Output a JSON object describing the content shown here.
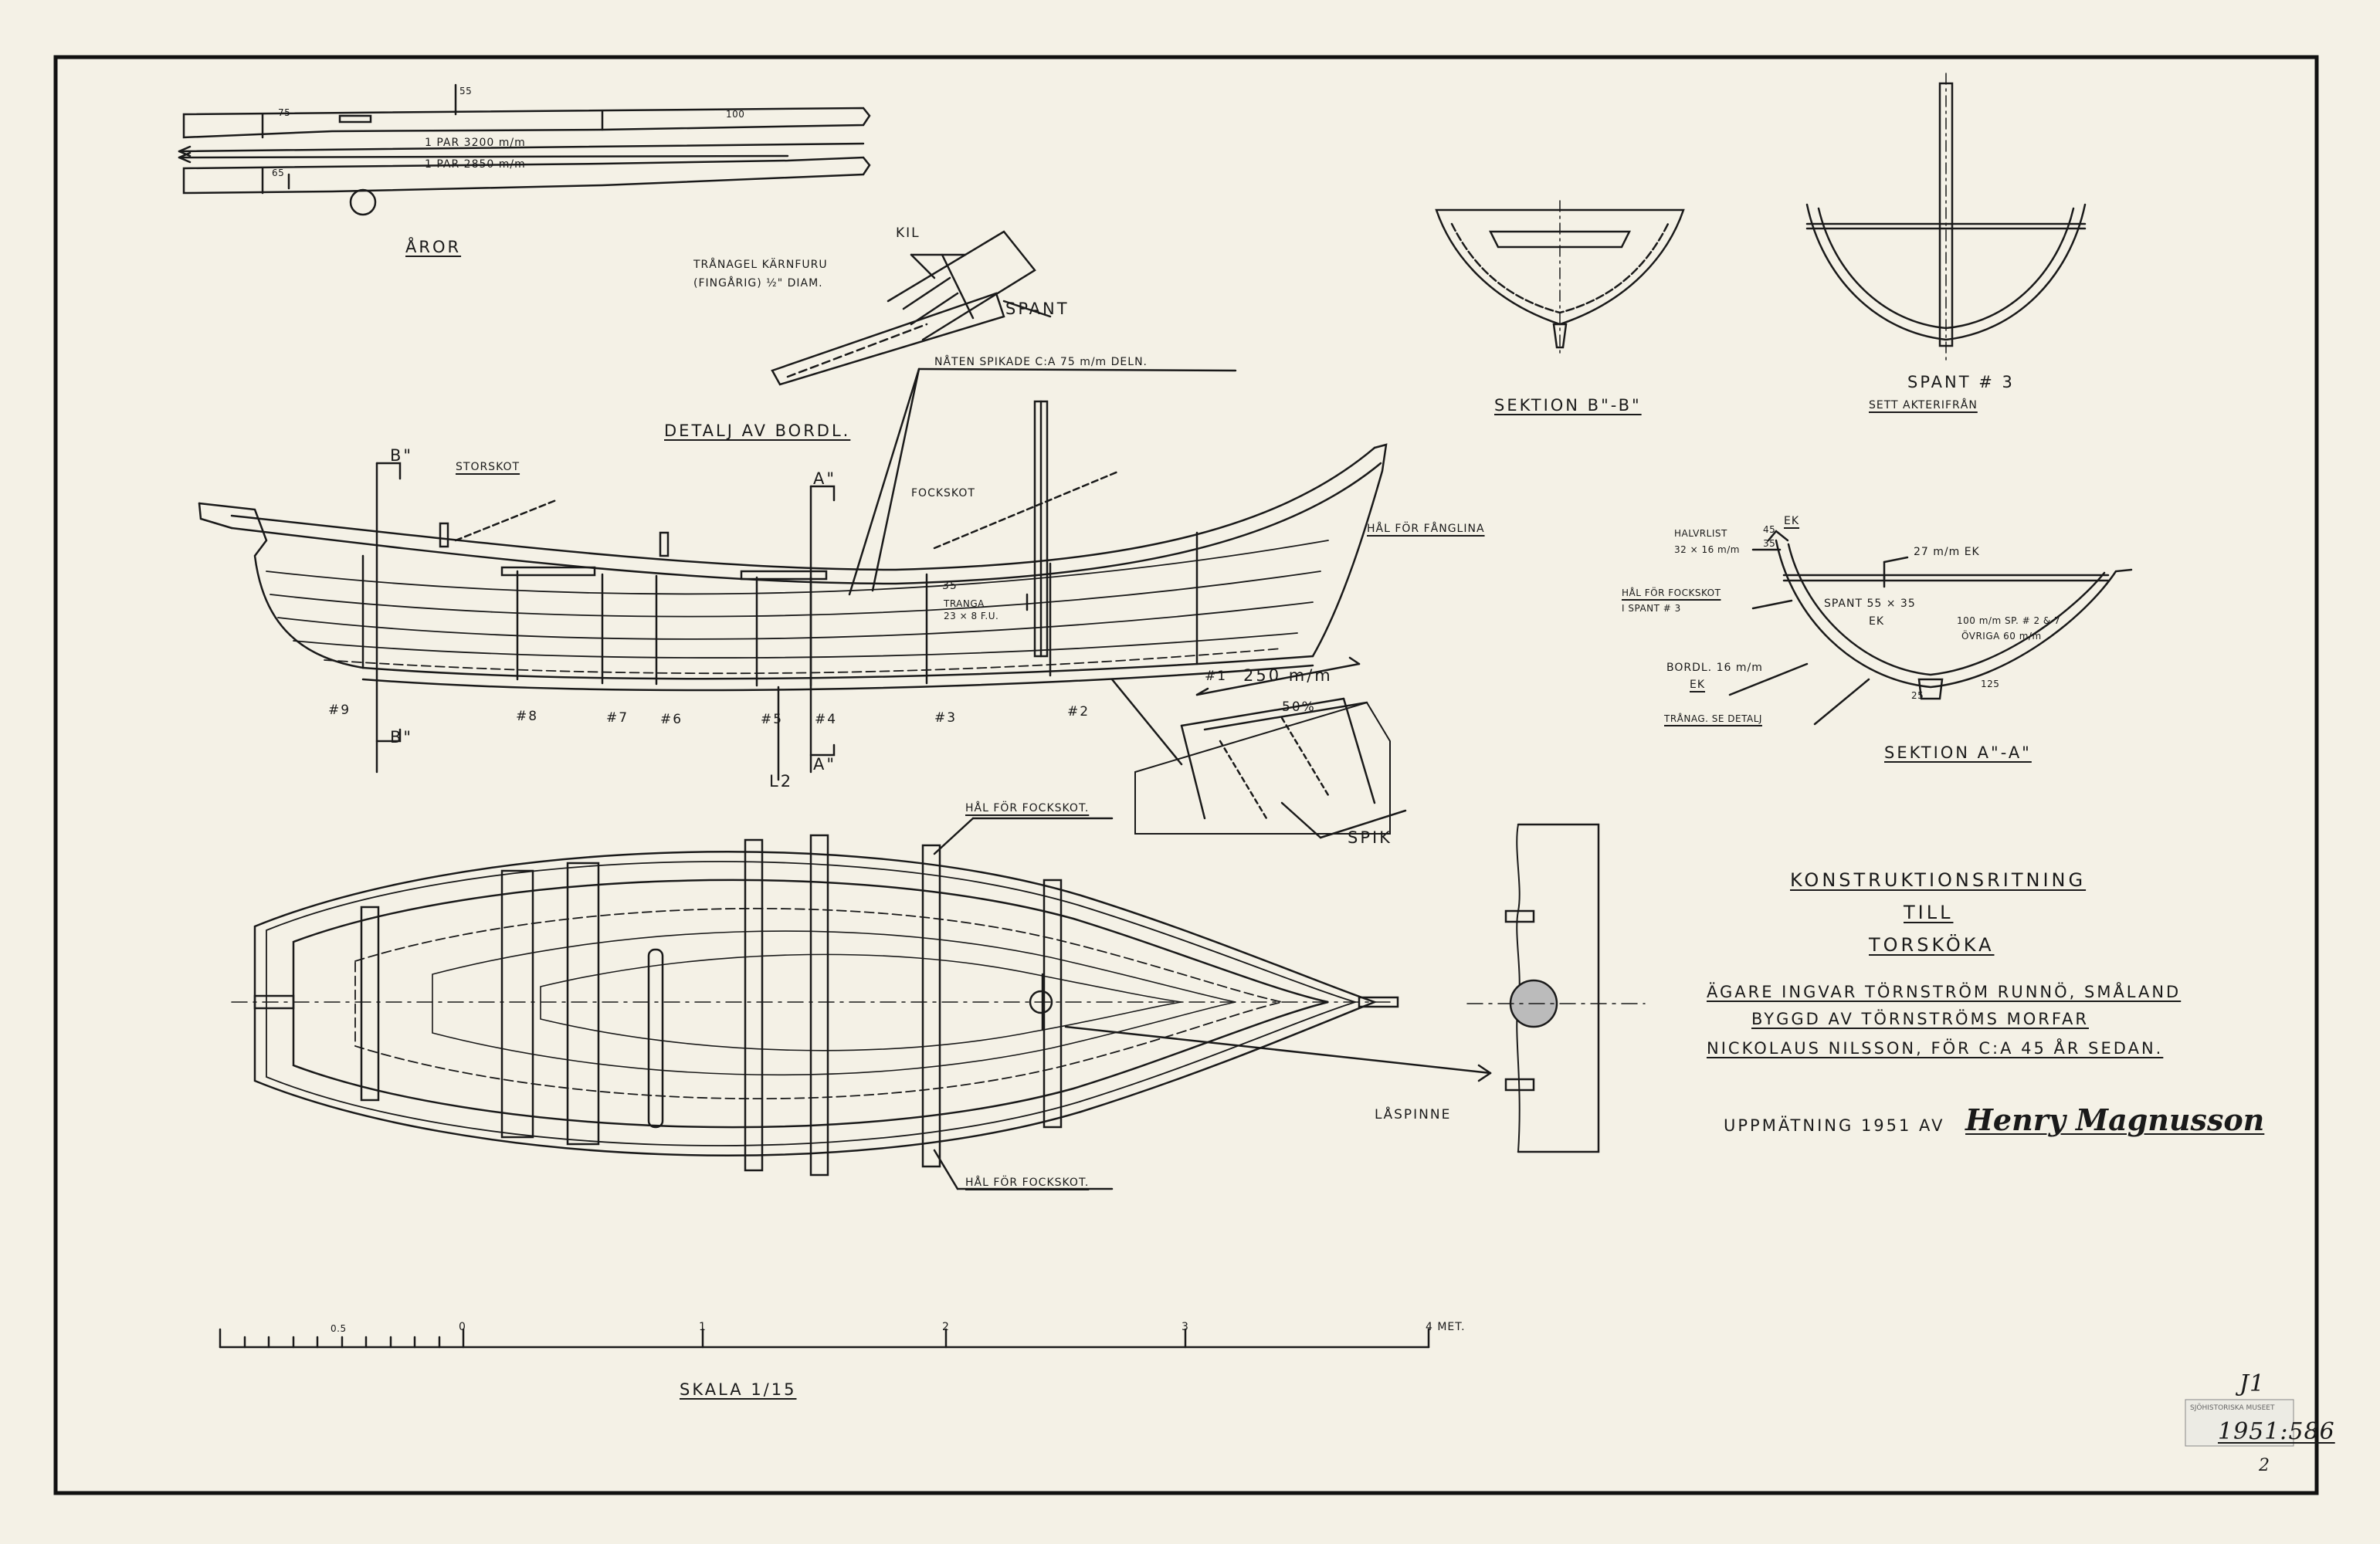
{
  "drawing": {
    "oars": {
      "title": "ÅROR",
      "pair1": "1 PAR  3200 m/m",
      "pair2": "1 PAR  2850 m/m",
      "dim_55": "55",
      "dim_65": "65",
      "dim_75": "75",
      "dim_100": "100"
    },
    "detail": {
      "title": "DETALJ AV BORDL.",
      "kil": "KIL",
      "tranagel": "TRÅNAGEL KÄRNFURU",
      "fingarig": "(FINGÅRIG) ½\" DIAM.",
      "spant": "SPANT",
      "naten": "NÅTEN SPIKADE C:A 75 m/m DELN."
    },
    "profile": {
      "b_top": "B\"",
      "b_bottom": "B\"",
      "a_top": "A\"",
      "a_bottom": "A\"",
      "storskot": "STORSKOT",
      "fockskot": "FOCKSKOT",
      "hal_fanglina": "HÅL FÖR FÅNGLINA",
      "dim_35": "35",
      "tranga": "TRANGA",
      "tranga_dim": "23 × 8 F.U.",
      "stations": [
        "#9",
        "#8",
        "#7",
        "#6",
        "#5",
        "#4",
        "#3",
        "#2",
        "#1"
      ],
      "l2": "L2"
    },
    "scarf": {
      "len": "250 m/m",
      "pct": "50%",
      "spik": "SPIK"
    },
    "sections": {
      "bb_title": "SEKTION B\"-B\"",
      "spant3_title": "SPANT # 3",
      "spant3_sub": "SETT AKTERIFRÅN",
      "aa_title": "SEKTION A\"-A\"",
      "halvrlist": "HALVRLIST",
      "halvrlist_dim": "32 × 16 m/m",
      "ek1": "EK",
      "d45": "45",
      "d35": "35",
      "ek27": "27 m/m EK",
      "hal_fockskot": "HÅL FÖR FOCKSKOT",
      "i_spant": "I SPANT # 3",
      "spant_dim": "SPANT 55 × 35",
      "ek2": "EK",
      "pct_note1": "100 m/m SP. # 2 & 7",
      "pct_note2": "ÖVRIGA 60 m/m",
      "bordl": "BORDL. 16 m/m",
      "ek3": "EK",
      "tranag": "TRÅNAG. SE DETALJ",
      "d25": "25",
      "d125": "125"
    },
    "plan": {
      "hal_top": "HÅL FÖR FOCKSKOT.",
      "hal_bottom": "HÅL FÖR FOCKSKOT.",
      "laspinne": "LÅSPINNE"
    },
    "scale": {
      "ticks": [
        "0.5",
        "0",
        "1",
        "2",
        "3",
        "4 MET."
      ],
      "label": "SKALA 1/15"
    },
    "titleblock": {
      "line1": "KONSTRUKTIONSRITNING",
      "line2": "TILL",
      "line3": "TORSKÖKA",
      "line4": "ÄGARE INGVAR TÖRNSTRÖM RUNNÖ, SMÅLAND",
      "line5": "BYGGD AV TÖRNSTRÖMS MORFAR",
      "line6": "NICKOLAUS NILSSON, FÖR C:A 45 ÅR SEDAN.",
      "uppmatning": "UPPMÄTNING 1951 AV",
      "signature": "Henry Magnusson"
    },
    "archive": {
      "j1": "J1",
      "number": "1951:586",
      "sheet": "2",
      "stamp": "SJÖHISTORISKA MUSEET"
    }
  }
}
